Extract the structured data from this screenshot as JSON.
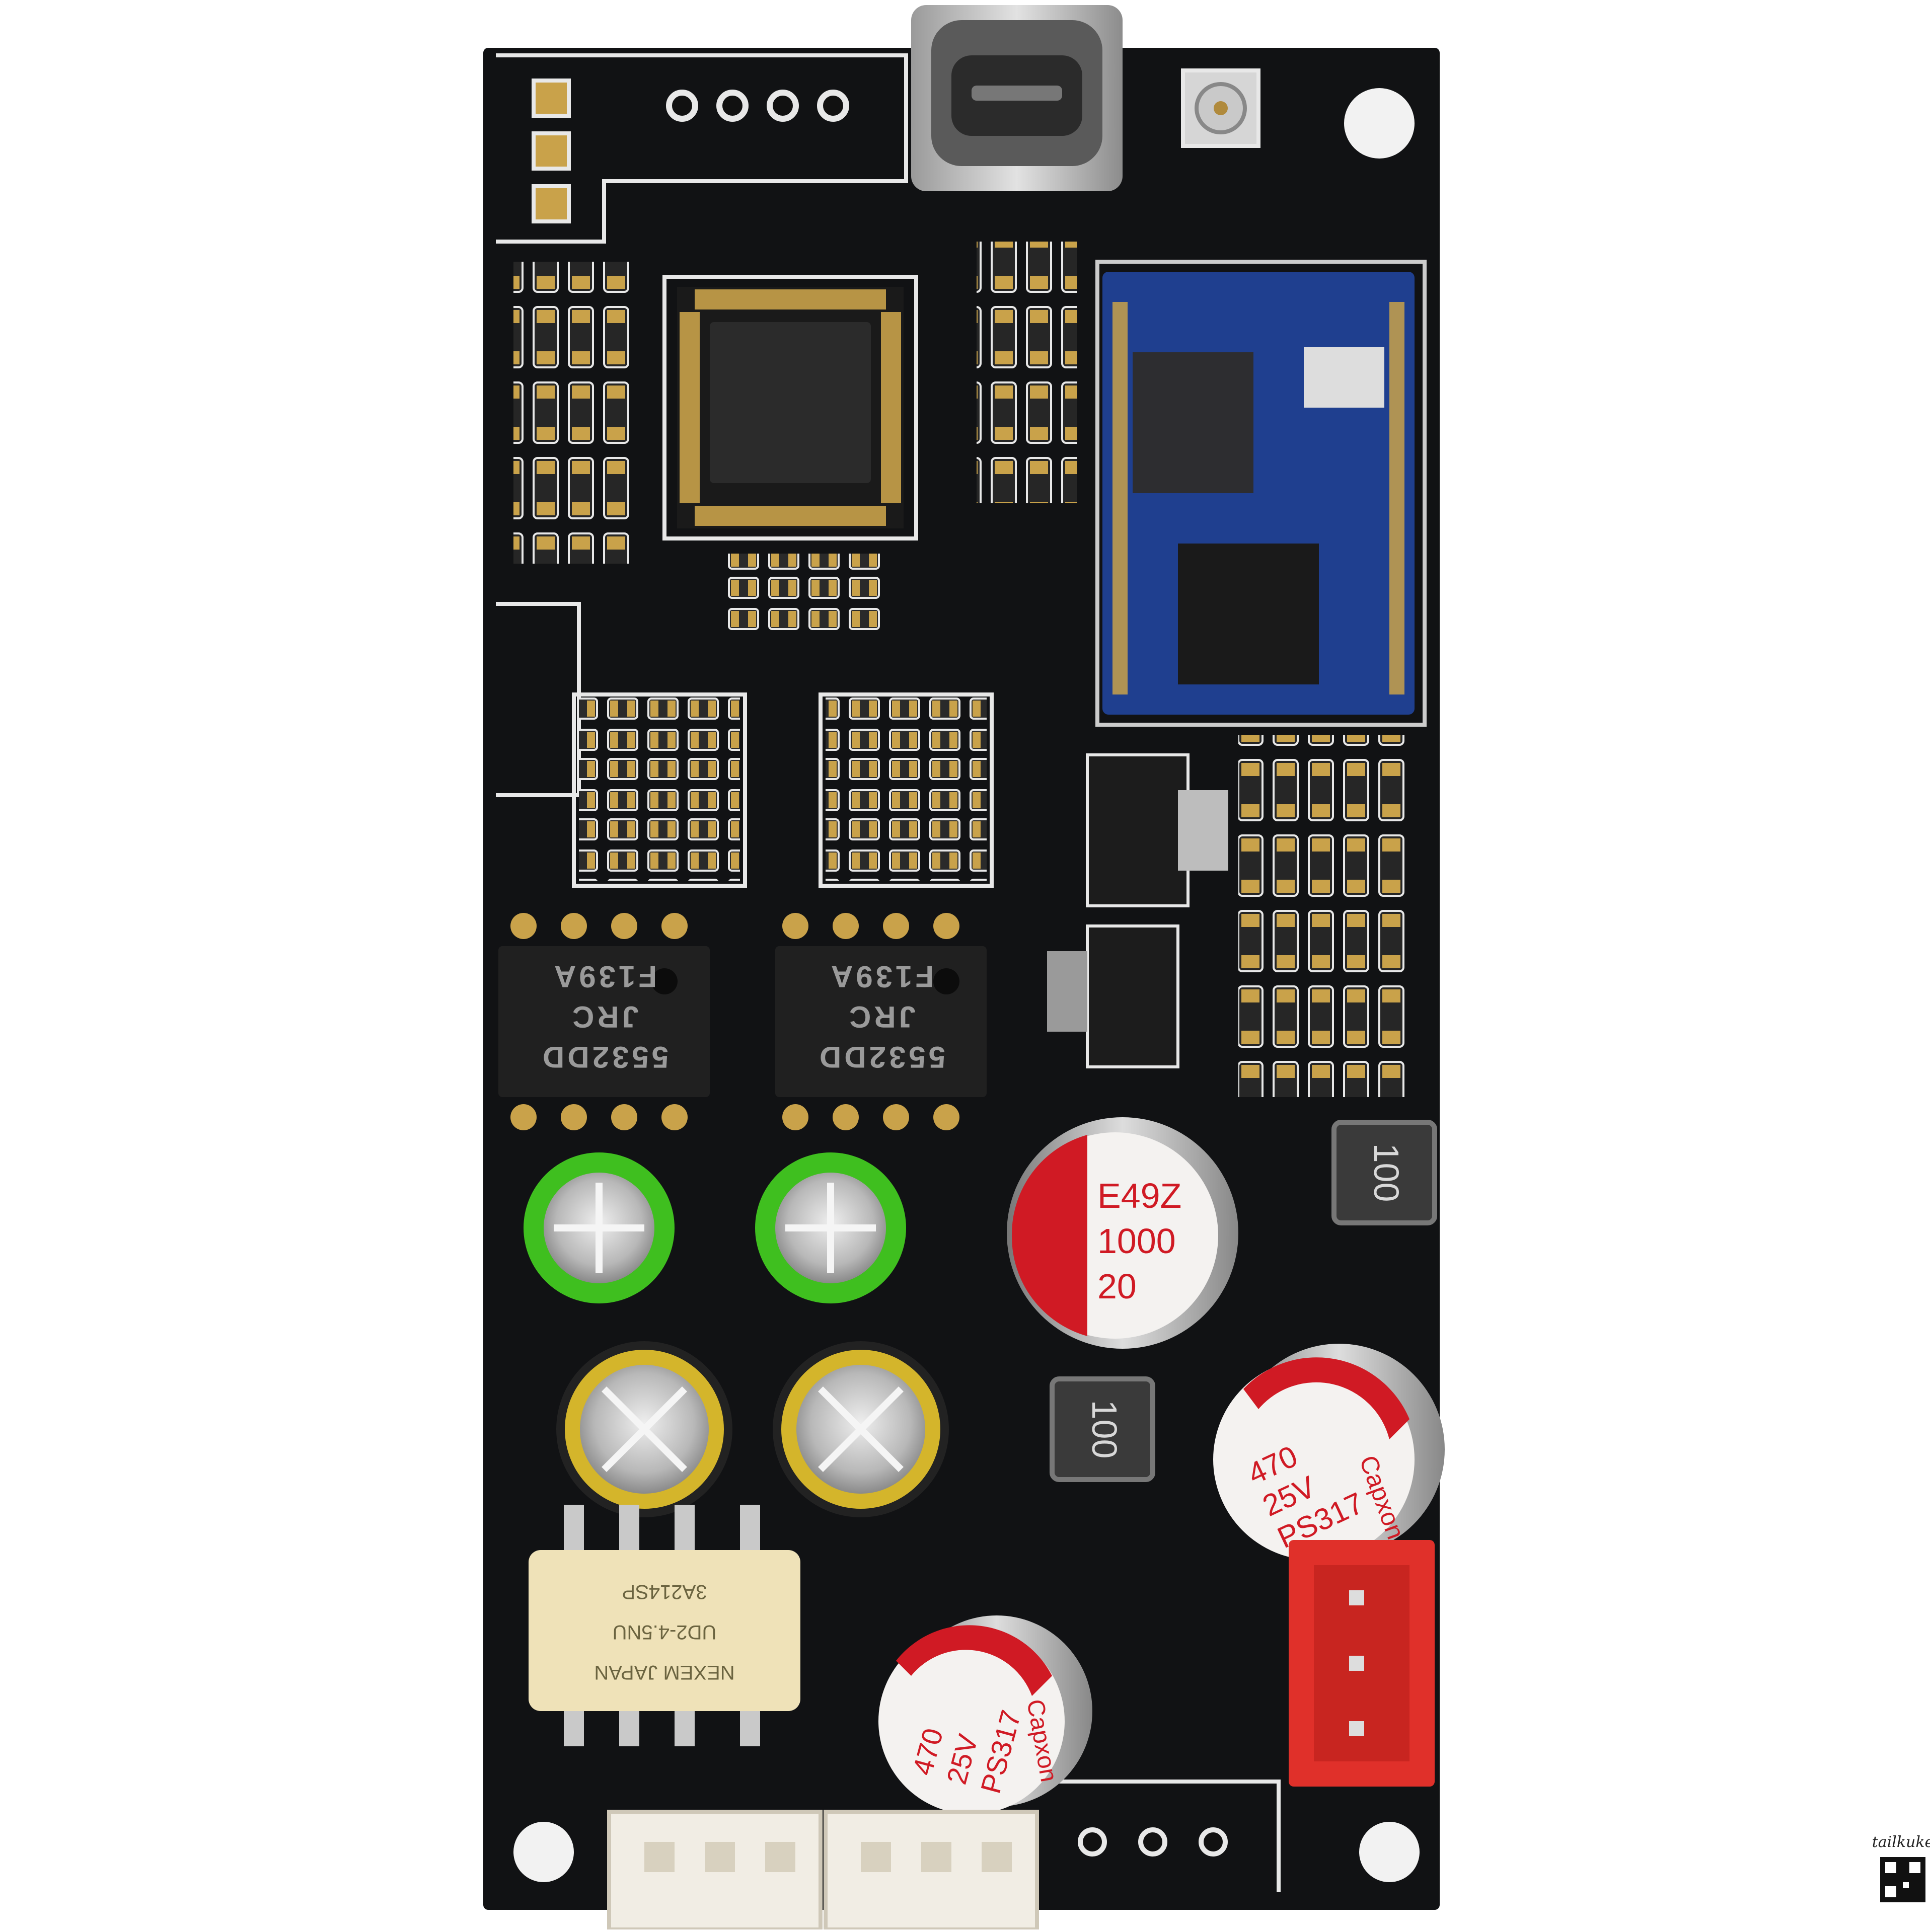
{
  "photo": {
    "subject": "PCB",
    "colors": {
      "background": "#ffffff",
      "board": "#111214",
      "silkscreen": "#e8e8e8",
      "module_board": "#1f3f8f",
      "pad": "#c9a24a",
      "cap_green": "#3fbf1f",
      "cap_yellow": "#d4b52b",
      "cap_red": "#d01a24",
      "relay_body": "#efe2b8",
      "connector_red": "#e0302a",
      "connector_white": "#f1ede4"
    }
  },
  "opamps": [
    {
      "line1": "5532DD",
      "line2": "JRC",
      "line3": "F139A"
    },
    {
      "line1": "5532DD",
      "line2": "JRC",
      "line3": "F139A"
    }
  ],
  "capacitors": {
    "main": {
      "line1": "E49Z",
      "line2": "1000",
      "line3": "20"
    },
    "right": {
      "brand": "Capxon",
      "line1": "470",
      "line2": "25V",
      "line3": "PS317"
    },
    "bottom": {
      "brand": "Capxon",
      "line1": "470",
      "line2": "25V",
      "line3": "PS317"
    }
  },
  "inductors": [
    {
      "label": "100"
    },
    {
      "label": "100"
    }
  ],
  "relay": {
    "line1": "NEXEM JAPAN",
    "line2": "UD2-4.5NU",
    "line3": "3A214SP"
  },
  "watermark": {
    "text": "tailkuke"
  }
}
